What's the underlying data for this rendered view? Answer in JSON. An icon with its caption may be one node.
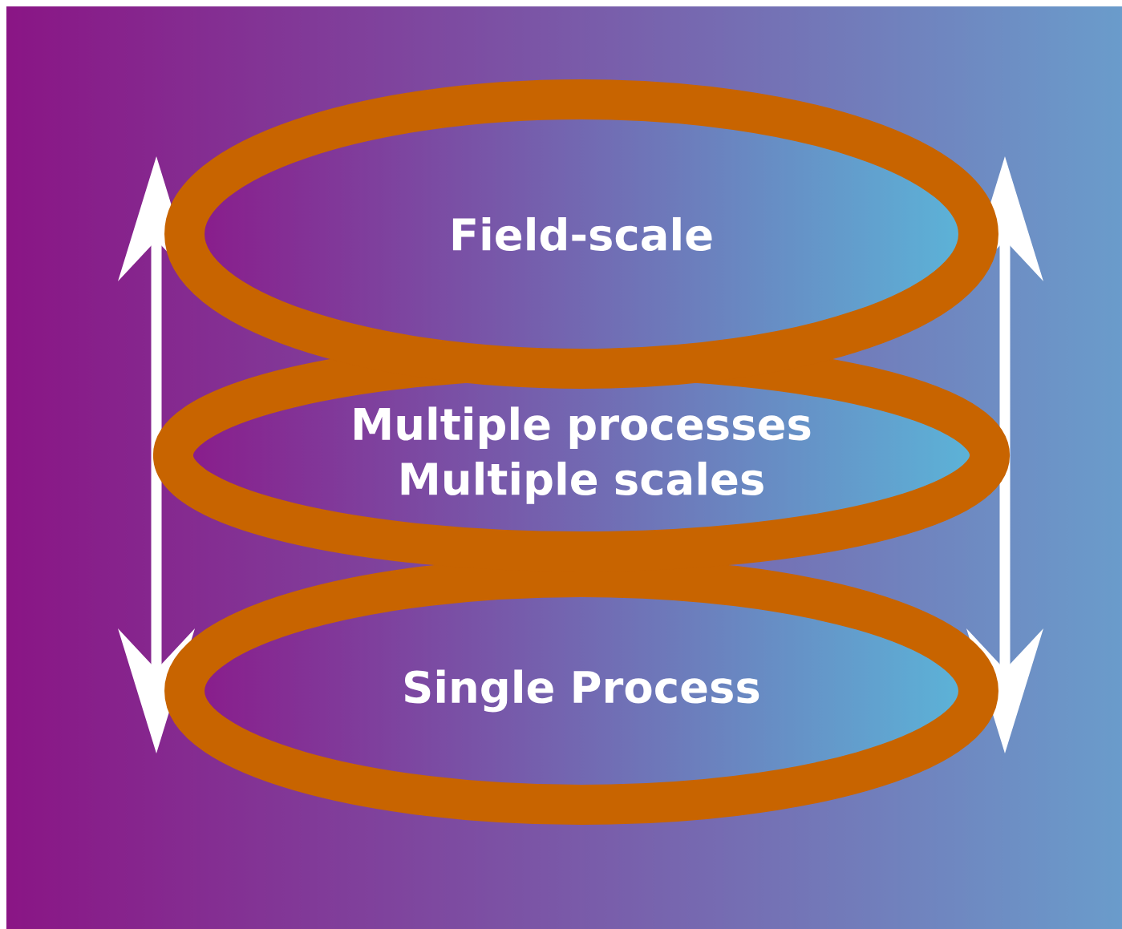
{
  "diagram": {
    "nodes": [
      {
        "text": [
          "Field-scale"
        ]
      },
      {
        "text": [
          "Multiple processes Multiple scales"
        ]
      },
      {
        "text": [
          "Single Process"
        ]
      }
    ]
  }
}
